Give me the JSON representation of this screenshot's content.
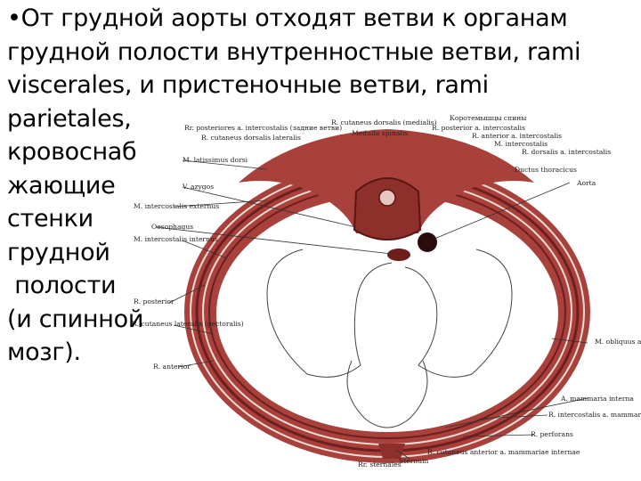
{
  "slide": {
    "lines": [
      "•От грудной аорты отходят ветви к органам",
      "грудной полости внутренностные ветви, rami",
      "viscerales, и пристеночные ветви, rami",
      "parietales,",
      "кровоснаб",
      "жающие",
      "стенки",
      "грудной",
      " полости",
      "(и спинной",
      "мозг)."
    ]
  },
  "figure": {
    "labels_top": [
      "Коротемышцы спины",
      "R. cutaneus dorsalis (medialis)",
      "Rr. posteriores a. intercostalis (задние ветви)",
      "R. posterior a. intercostalis",
      "R. cutaneus dorsalis lateralis",
      "Medulla spinalis",
      "R. anterior a. intercostalis",
      "M. intercostalis",
      "R. dorsalis a. intercostalis",
      "Ductus thoracicus",
      "Aorta"
    ],
    "labels_left": [
      "M. latissimus dorsi",
      "V. azygos",
      "M. intercostalis externus",
      "Oesophagus",
      "M. intercostalis internus",
      "R. posterior",
      "R. cutaneus lateralis (pectoralis)",
      "R. anterior"
    ],
    "labels_right": [
      "M. obliquus abdominis externus",
      "A. mammaria interna",
      "R. intercostalis a. mammariae internae",
      "R. perforans",
      "R. cutaneus anterior a. mammariae internae"
    ],
    "labels_bottom": [
      "Rr. sternales",
      "Sternum"
    ],
    "colors": {
      "tissue": "#a8413c",
      "tissue_dark": "#6e1e1c",
      "tissue_light": "#e8c6c0",
      "line": "#333333"
    }
  }
}
